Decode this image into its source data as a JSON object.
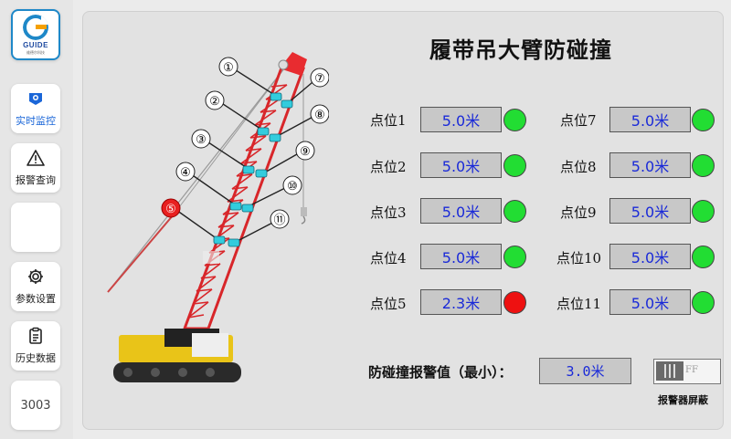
{
  "sidebar": {
    "logo": {
      "text": "GUIDE",
      "subtext": "维德尔科技"
    },
    "items": [
      {
        "label": "实时监控",
        "icon": "camera-icon",
        "active": true
      },
      {
        "label": "报警查询",
        "icon": "warning-icon",
        "active": false
      },
      {
        "label": "",
        "icon": "",
        "active": false
      },
      {
        "label": "参数设置",
        "icon": "gear-icon",
        "active": false
      },
      {
        "label": "历史数据",
        "icon": "clipboard-icon",
        "active": false
      },
      {
        "label": "3003",
        "icon": "",
        "active": false
      }
    ]
  },
  "main": {
    "title": "履带吊大臂防碰撞",
    "points_left": [
      {
        "label": "点位1",
        "value": "5.0米",
        "status": "ok"
      },
      {
        "label": "点位2",
        "value": "5.0米",
        "status": "ok"
      },
      {
        "label": "点位3",
        "value": "5.0米",
        "status": "ok"
      },
      {
        "label": "点位4",
        "value": "5.0米",
        "status": "ok"
      },
      {
        "label": "点位5",
        "value": "2.3米",
        "status": "alarm"
      }
    ],
    "points_right": [
      {
        "label": "点位7",
        "value": "5.0米",
        "status": "ok"
      },
      {
        "label": "点位8",
        "value": "5.0米",
        "status": "ok"
      },
      {
        "label": "点位9",
        "value": "5.0米",
        "status": "ok"
      },
      {
        "label": "点位10",
        "value": "5.0米",
        "status": "ok"
      },
      {
        "label": "点位11",
        "value": "5.0米",
        "status": "ok"
      }
    ],
    "alarm_threshold_label": "防碰撞报警值（最小）：",
    "alarm_threshold_value": "3.0米",
    "toggle": {
      "state_text": "FF",
      "caption": "报警器屏蔽"
    },
    "crane_markers": [
      "①",
      "②",
      "③",
      "④",
      "⑤",
      "⑦",
      "⑧",
      "⑨",
      "⑩",
      "⑪"
    ]
  },
  "colors": {
    "ok": "#22dd33",
    "alarm": "#ee1111",
    "value_text": "#1a2ad8",
    "boom_red": "#e03030",
    "sensor": "#33ccdd"
  }
}
